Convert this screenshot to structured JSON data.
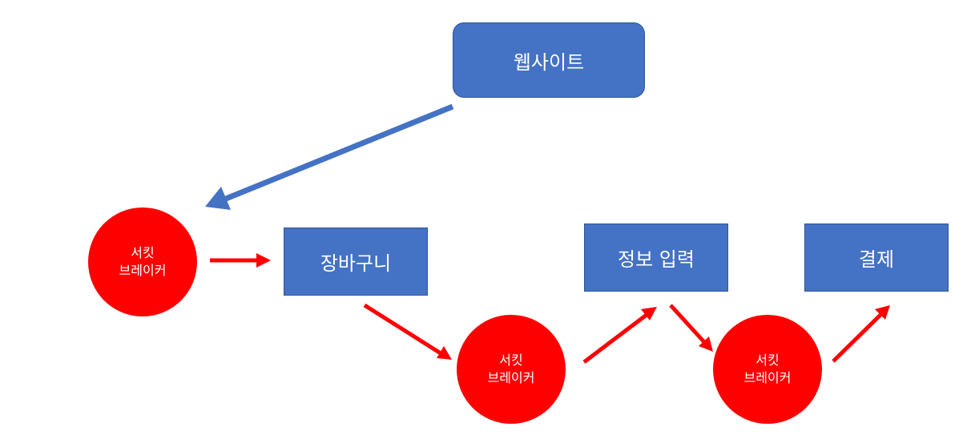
{
  "colors": {
    "box_fill": "#4472C4",
    "box_border": "#2F5597",
    "breaker_fill": "#FF0000",
    "flow_arrow": "#FF0000",
    "entry_arrow": "#4472C4",
    "text": "#FFFFFF"
  },
  "nodes": {
    "website": {
      "label": "웹사이트"
    },
    "cart": {
      "label": "장바구니"
    },
    "info_input": {
      "label": "정보 입력"
    },
    "payment": {
      "label": "결제"
    },
    "breaker_1": {
      "line1": "서킷",
      "line2": "브레이커"
    },
    "breaker_2": {
      "line1": "서킷",
      "line2": "브레이커"
    },
    "breaker_3": {
      "line1": "서킷",
      "line2": "브레이커"
    }
  }
}
